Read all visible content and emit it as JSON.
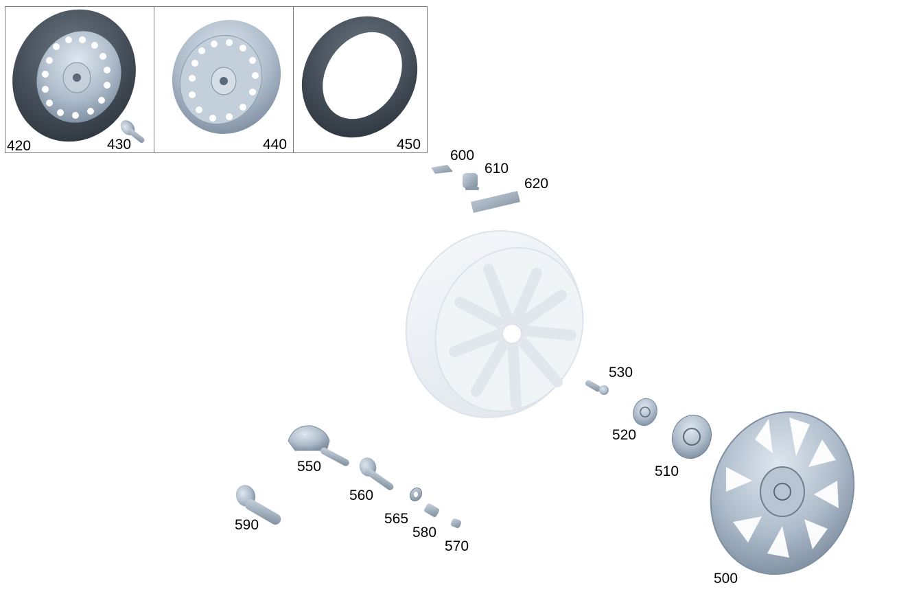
{
  "colors": {
    "part_fill": "#aebccb",
    "part_dark": "#5b6a7a",
    "tire": "#3f4852",
    "rim_light": "#eef1f5",
    "panel_border": "#7a7a7a"
  },
  "labels": {
    "p420": "420",
    "p430": "430",
    "p440": "440",
    "p450": "450",
    "p600": "600",
    "p610": "610",
    "p620": "620",
    "p530": "530",
    "p520": "520",
    "p510": "510",
    "p550": "550",
    "p560": "560",
    "p565": "565",
    "p580": "580",
    "p570": "570",
    "p590": "590",
    "p500": "500"
  }
}
